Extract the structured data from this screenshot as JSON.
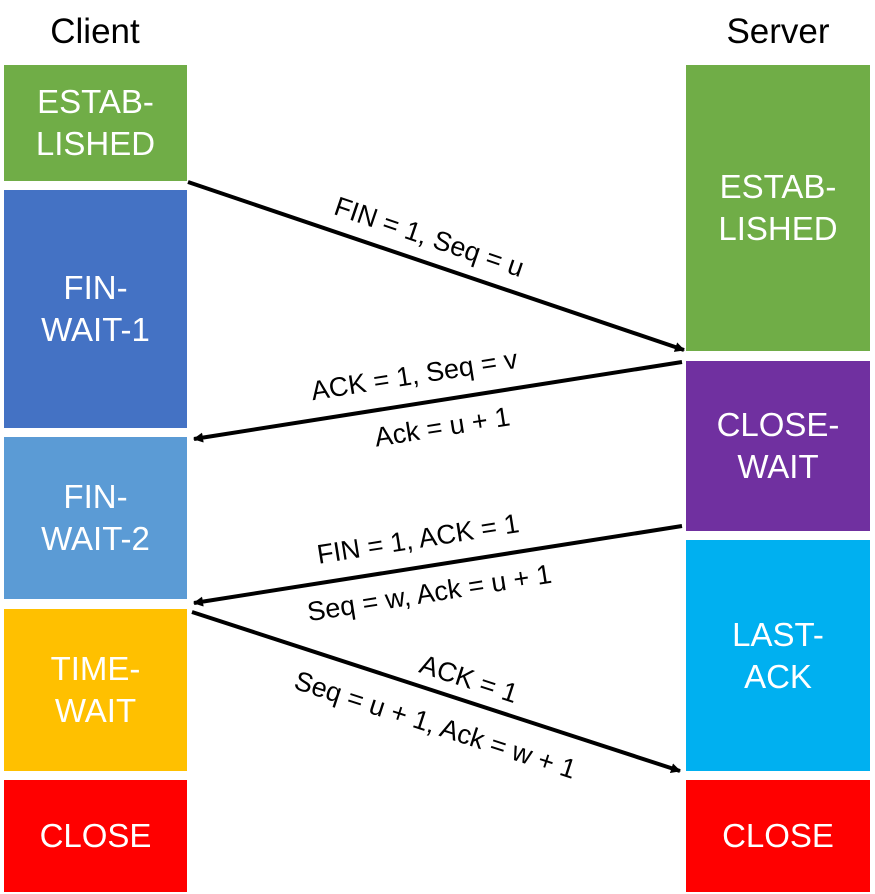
{
  "headers": {
    "client": "Client",
    "server": "Server"
  },
  "colors": {
    "established": "#70AD47",
    "fin_wait_1": "#4472C4",
    "fin_wait_2": "#5B9BD5",
    "time_wait": "#FFC000",
    "close": "#FF0000",
    "close_wait": "#7030A0",
    "last_ack": "#00B0F0",
    "arrow": "#000000"
  },
  "client_states": {
    "established": {
      "line1": "ESTAB-",
      "line2": "LISHED"
    },
    "fin_wait_1": {
      "line1": "FIN-",
      "line2": "WAIT-1"
    },
    "fin_wait_2": {
      "line1": "FIN-",
      "line2": "WAIT-2"
    },
    "time_wait": {
      "line1": "TIME-",
      "line2": "WAIT"
    },
    "close": {
      "line1": "CLOSE"
    }
  },
  "server_states": {
    "established": {
      "line1": "ESTAB-",
      "line2": "LISHED"
    },
    "close_wait": {
      "line1": "CLOSE-",
      "line2": "WAIT"
    },
    "last_ack": {
      "line1": "LAST-",
      "line2": "ACK"
    },
    "close": {
      "line1": "CLOSE"
    }
  },
  "messages": {
    "m1": {
      "line1": "FIN = 1,  Seq = u"
    },
    "m2": {
      "line1": "ACK = 1,   Seq = v",
      "line2": "Ack = u + 1"
    },
    "m3": {
      "line1": "FIN = 1,   ACK = 1",
      "line2": "Seq = w,  Ack = u + 1"
    },
    "m4": {
      "line1": "ACK = 1",
      "line2": "Seq = u + 1,  Ack = w + 1"
    }
  }
}
